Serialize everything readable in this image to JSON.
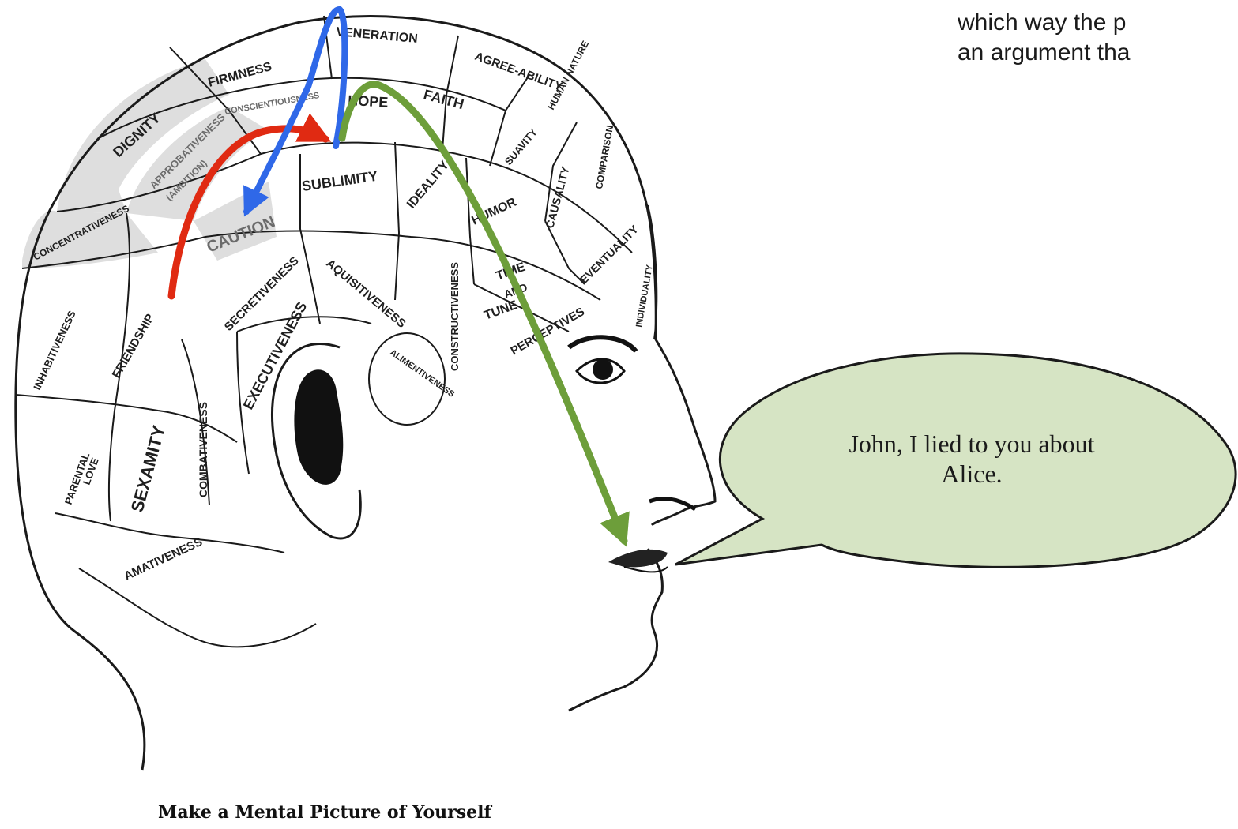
{
  "slide_text": {
    "line1": "which way the p",
    "line2": "an argument tha"
  },
  "caption": "Make a Mental Picture of Yourself",
  "speech_bubble": {
    "line1": "John, I lied to you about",
    "line2": "Alice."
  },
  "regions": {
    "firmness": "FIRMNESS",
    "veneration": "VENERATION",
    "agreeability": "AGREE-ABILITY",
    "dignity": "DIGNITY",
    "conscientiousness": "CONSCIENTIOUSNESS",
    "hope": "HOPE",
    "faith": "FAITH",
    "human_nature": "HUMAN NATURE",
    "approbativeness": "APPROBATIVENESS",
    "ambition": "(AMBITION)",
    "suavity": "SUAVITY",
    "comparison": "COMPARISON",
    "sublimity": "SUBLIMITY",
    "ideality": "IDEALITY",
    "causality": "CAUSALITY",
    "concentrativeness": "CONCENTRATIVENESS",
    "caution": "CAUTION",
    "humor": "HUMOR",
    "eventuality": "EVENTUALITY",
    "secretiveness": "SECRETIVENESS",
    "aquisitiveness": "AQUISITIVENESS",
    "constructiveness": "CONSTRUCTIVENESS",
    "time": "TIME",
    "and": "AND",
    "tune": "TUNE",
    "individuality": "INDIVIDUALITY",
    "inhabitiveness": "INHABITIVENESS",
    "friendship": "FRIENDSHIP",
    "executiveness": "EXECUTIVENESS",
    "alimentiveness": "ALIMENTIVENESS",
    "perceptives": "PERCEPTIVES",
    "combativeness": "COMBATIVENESS",
    "sexamity": "SEXAMITY",
    "parental": "PARENTAL",
    "love": "LOVE",
    "amativeness": "AMATIVENESS"
  },
  "arrows": [
    {
      "name": "red",
      "color": "#e02a12",
      "from": "FRIENDSHIP",
      "to": "HOPE"
    },
    {
      "name": "blue",
      "color": "#2f68e8",
      "from": "HOPE",
      "to": "CAUTION"
    },
    {
      "name": "green",
      "color": "#6d9e3a",
      "from": "HOPE",
      "to": "mouth"
    }
  ],
  "colors": {
    "bubble_fill": "#d6e4c4",
    "lines": "#1a1a1a"
  }
}
